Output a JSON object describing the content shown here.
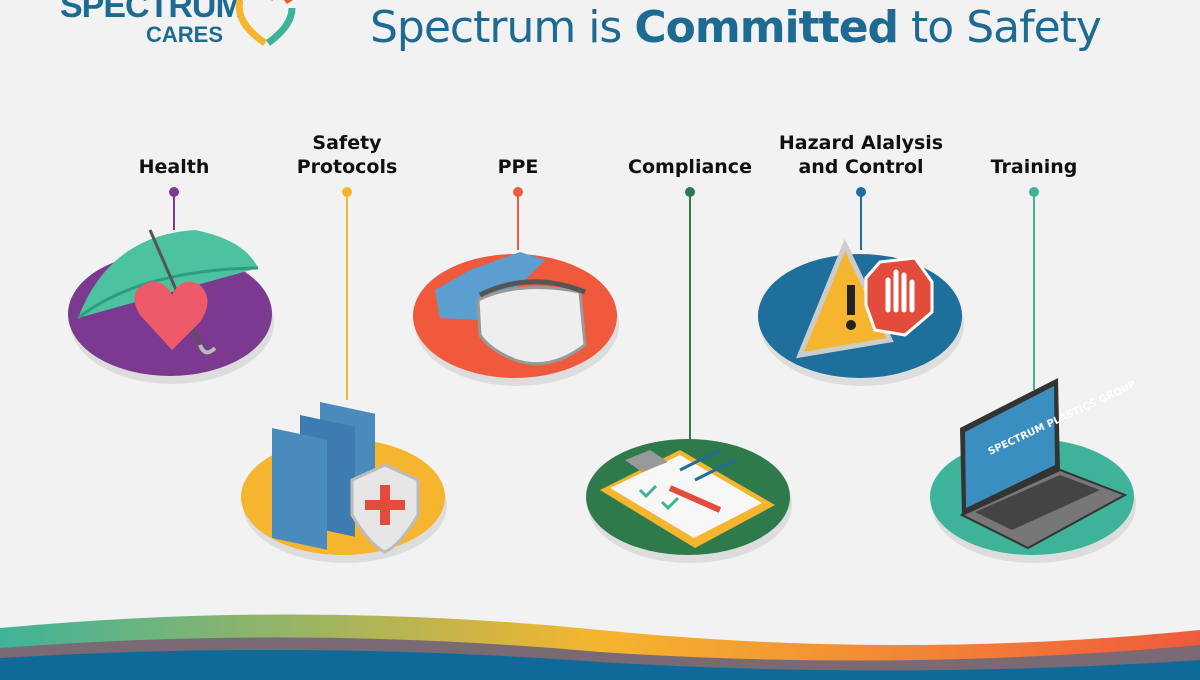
{
  "logo": {
    "line1": "SPECTRUM",
    "line2": "CARES"
  },
  "title": {
    "prefix": "Spectrum is ",
    "bold": "Committed",
    "suffix": " to Safety"
  },
  "laptop_screen_text": "SPECTRUM PLASTICS GROUP",
  "items": [
    {
      "label_line1": "",
      "label_line2": "Health",
      "color": "#7b3a8f",
      "icon": "umbrella-heart-icon"
    },
    {
      "label_line1": "Safety",
      "label_line2": "Protocols",
      "color": "#f5b52e",
      "icon": "binders-shield-icon"
    },
    {
      "label_line1": "",
      "label_line2": "PPE",
      "color": "#ef5a3c",
      "icon": "gloves-goggles-icon"
    },
    {
      "label_line1": "",
      "label_line2": "Compliance",
      "color": "#2f7a4b",
      "icon": "clipboard-checklist-icon"
    },
    {
      "label_line1": "Hazard Alalysis",
      "label_line2": "and Control",
      "color": "#1f6f9c",
      "icon": "warning-stop-sign-icon"
    },
    {
      "label_line1": "",
      "label_line2": "Training",
      "color": "#3fb39a",
      "icon": "laptop-icon"
    }
  ]
}
